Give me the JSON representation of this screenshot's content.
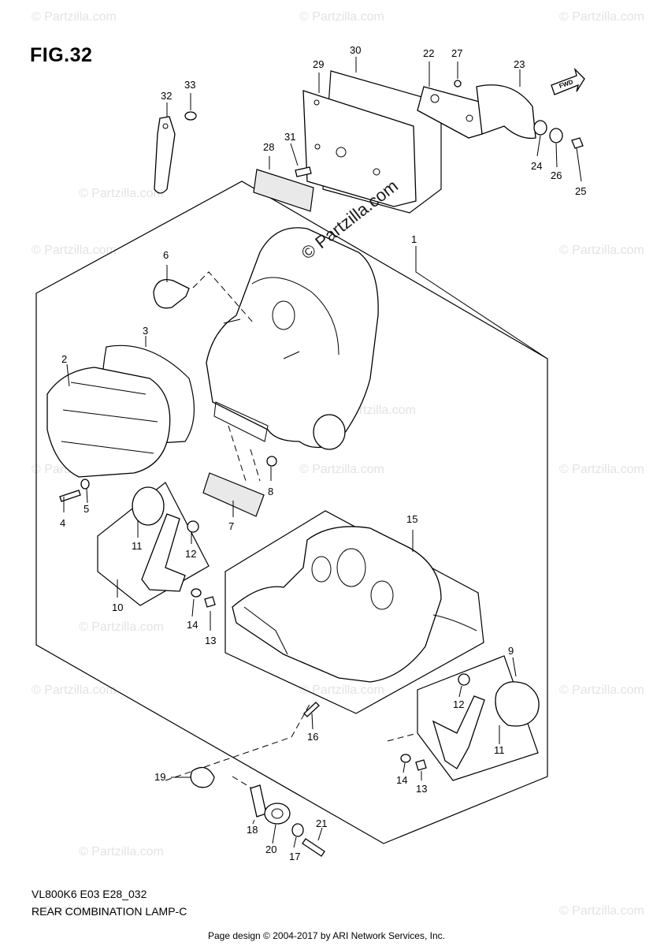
{
  "figure_label": "FIG.32",
  "model_code": "VL800K6 E03 E28_032",
  "diagram_name": "REAR COMBINATION LAMP-C",
  "footer": "Page design © 2004-2017 by ARI Network Services, Inc.",
  "watermark_main": "© Partzilla.com",
  "watermark_tile": "© Partzilla.com",
  "fwd_label": "FWD",
  "callouts": {
    "c1": "1",
    "c2": "2",
    "c3": "3",
    "c4": "4",
    "c5": "5",
    "c6": "6",
    "c7": "7",
    "c8": "8",
    "c9": "9",
    "c10": "10",
    "c11a": "11",
    "c11b": "11",
    "c12a": "12",
    "c12b": "12",
    "c13a": "13",
    "c13b": "13",
    "c14a": "14",
    "c14b": "14",
    "c15": "15",
    "c16": "16",
    "c17": "17",
    "c18": "18",
    "c19": "19",
    "c20": "20",
    "c21": "21",
    "c22": "22",
    "c23": "23",
    "c24": "24",
    "c25": "25",
    "c26": "26",
    "c27": "27",
    "c28": "28",
    "c29": "29",
    "c30": "30",
    "c31": "31",
    "c32": "32",
    "c33": "33"
  }
}
